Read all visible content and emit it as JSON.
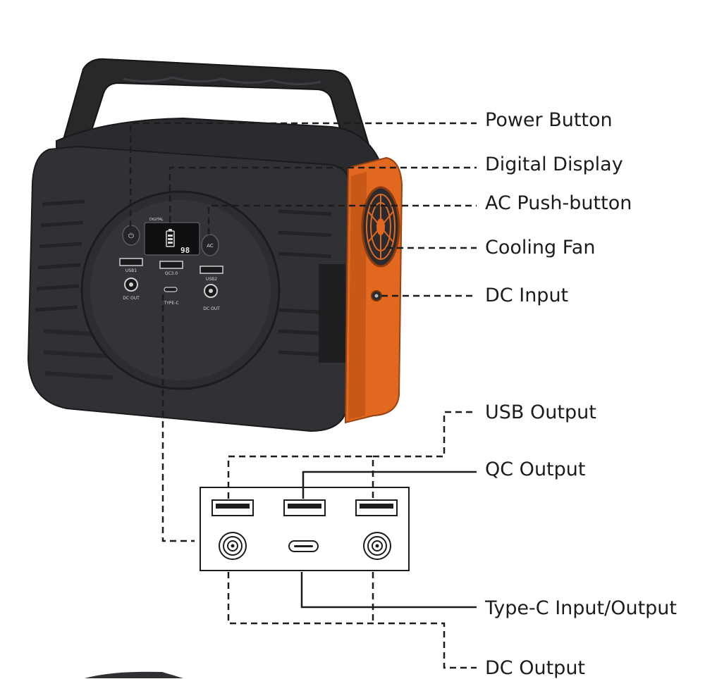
{
  "callouts": {
    "power_button": "Power Button",
    "digital_display": "Digital Display",
    "ac_push_button": "AC Push-button",
    "cooling_fan": "Cooling Fan",
    "dc_input": "DC Input",
    "usb_output": "USB Output",
    "qc_output": "QC Output",
    "type_c": "Type-C Input/Output",
    "dc_output": "DC Output"
  },
  "panel_markings": {
    "lcd_reading": "98",
    "display_tag": "DIGITAL",
    "power_symbol": "⏻",
    "ac_label": "AC",
    "usb1": "USB1",
    "qc3": "QC3.0",
    "usb2": "USB2",
    "type_c": "TYPE-C",
    "dc_out_left": "DC OUT",
    "dc_out_right": "DC OUT"
  },
  "colors": {
    "body": "#2f3033",
    "body_dark": "#1f2022",
    "side_panel": "#e2671f",
    "line": "#1c1c1c"
  }
}
